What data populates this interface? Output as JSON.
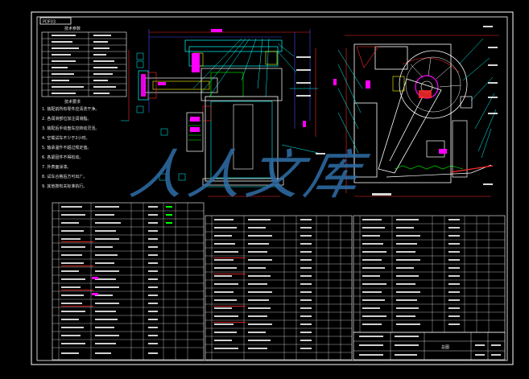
{
  "drawing": {
    "corner_tag": "PDF03",
    "tech_table_title": "技术参数",
    "tech_requirements_title": "技术要求",
    "tech_requirements_lines": [
      "1. 装配前所有零件应清洗干净。",
      "2. 各润滑部位加注润滑脂。",
      "3. 装配后手动盘车应转动灵活。",
      "4. 空载试车不少于2小时。",
      "5. 轴承温升不超过规定值。",
      "6. 各紧固件不得松动。",
      "7. 外表面涂漆。",
      "8. 试车合格后方可出厂。",
      "9. 其他按有关标准执行。"
    ],
    "bottom_title": "总图",
    "watermark": "人人文库"
  },
  "colors": {
    "background": "#000000",
    "frame": "#ffffff",
    "yellow": "#ffff00",
    "red": "#ff2a2a",
    "cyan": "#00ffff",
    "green": "#00ff00",
    "blue": "#4a4aff",
    "magenta": "#ff00ff",
    "watermark": "#2f6fa8"
  }
}
